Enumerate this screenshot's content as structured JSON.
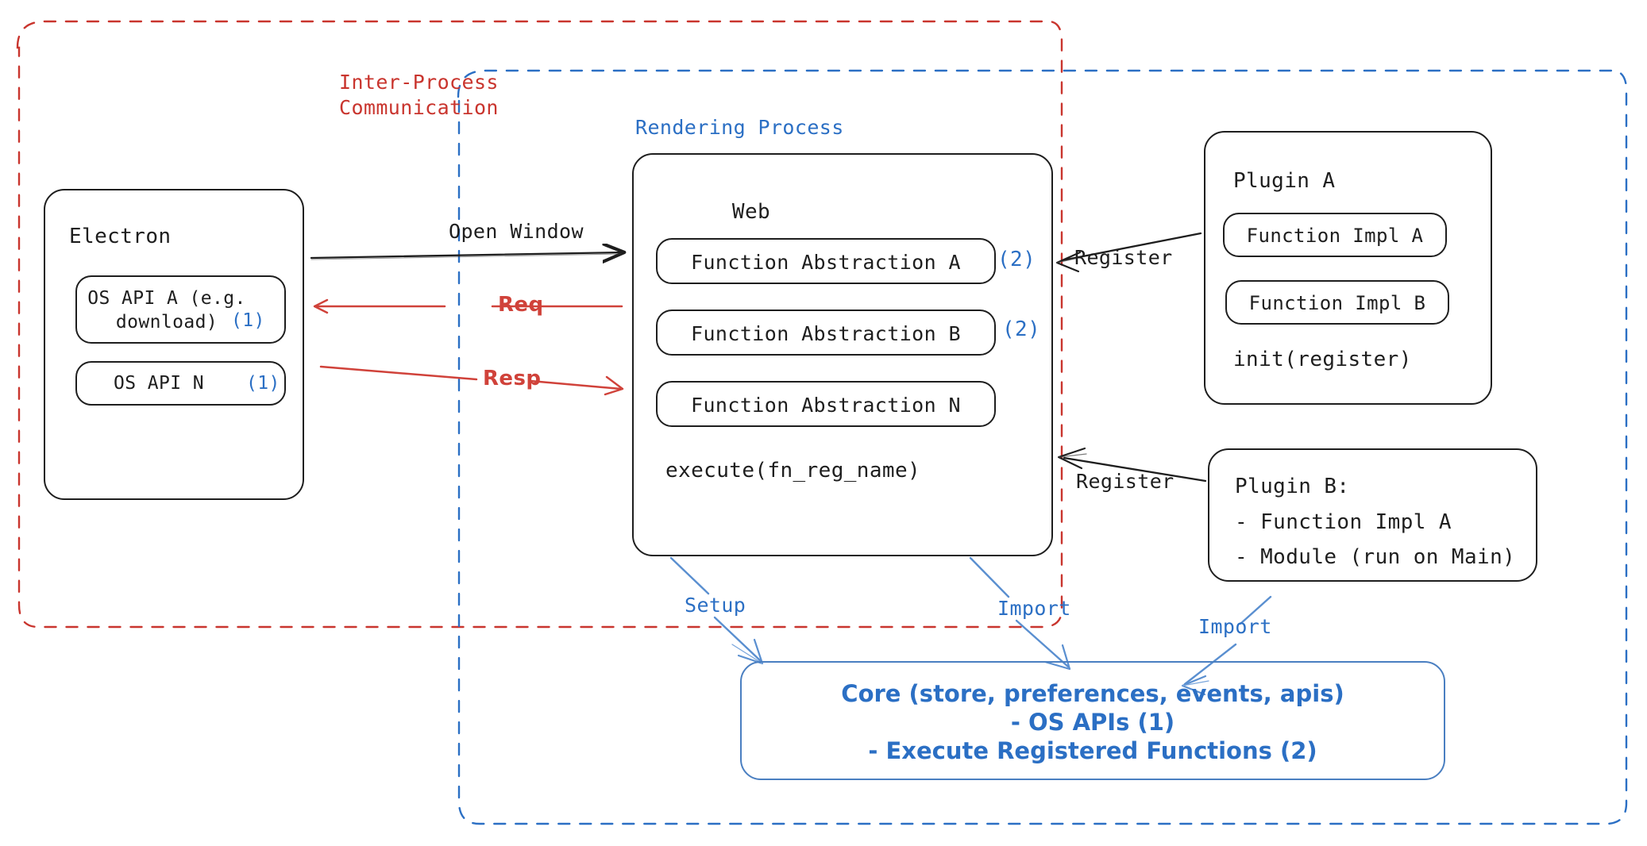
{
  "diagram": {
    "title_unused": "",
    "containers": {
      "ipc": {
        "label": "Inter-Process\nCommunication",
        "color": "#c9352e",
        "style": "dashed"
      },
      "rendering": {
        "label": "Rendering Process",
        "color": "#2b6fc4",
        "style": "dashed"
      }
    },
    "electron": {
      "title": "Electron",
      "apis": [
        {
          "name": "OS API A (e.g.\ndownload)",
          "marker": "(1)"
        },
        {
          "name": "OS API N",
          "marker": "(1)"
        }
      ]
    },
    "web": {
      "title": "Web",
      "abstractions": [
        {
          "name": "Function Abstraction A",
          "marker": "(2)"
        },
        {
          "name": "Function Abstraction B",
          "marker": "(2)"
        },
        {
          "name": "Function Abstraction N",
          "marker": ""
        }
      ],
      "footer": "execute(fn_reg_name)"
    },
    "plugin_a": {
      "title": "Plugin A",
      "impls": [
        "Function Impl A",
        "Function Impl B"
      ],
      "footer": "init(register)"
    },
    "plugin_b": {
      "title": "Plugin B:",
      "lines": [
        "- Function Impl A",
        "- Module (run on Main)"
      ]
    },
    "core": {
      "line1": "Core (store, preferences, events, apis)",
      "line2": "- OS APIs (1)",
      "line3": "- Execute Registered Functions (2)"
    },
    "edges": {
      "open_window": "Open Window",
      "req": "Req",
      "resp": "Resp",
      "register_a": "Register",
      "register_b": "Register",
      "setup": "Setup",
      "import_web": "Import",
      "import_plugin": "Import"
    },
    "colors": {
      "ink": "#1e1e1e",
      "red": "#c9352e",
      "blue": "#2b6fc4",
      "core_blue": "#4a7fc1"
    }
  }
}
